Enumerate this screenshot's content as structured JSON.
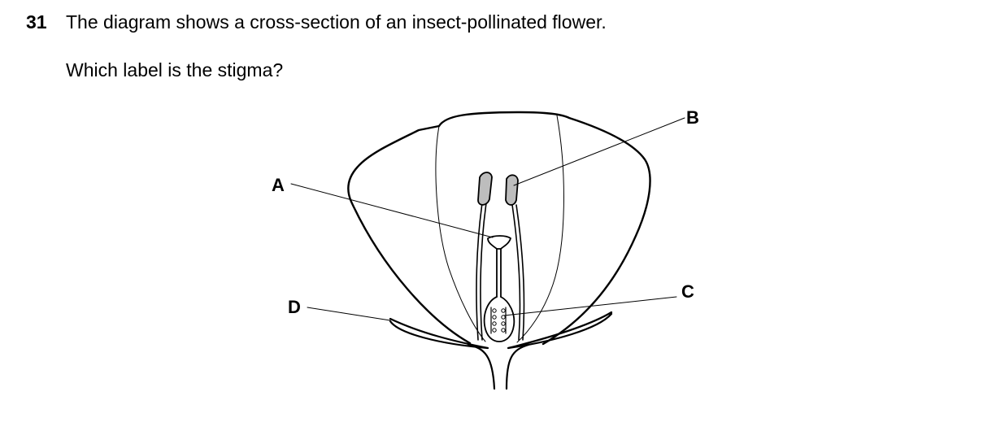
{
  "question": {
    "number": "31",
    "text": "The diagram shows a cross-section of an insect-pollinated flower.",
    "prompt": "Which label is the stigma?"
  },
  "labels": {
    "a": "A",
    "b": "B",
    "c": "C",
    "d": "D"
  }
}
